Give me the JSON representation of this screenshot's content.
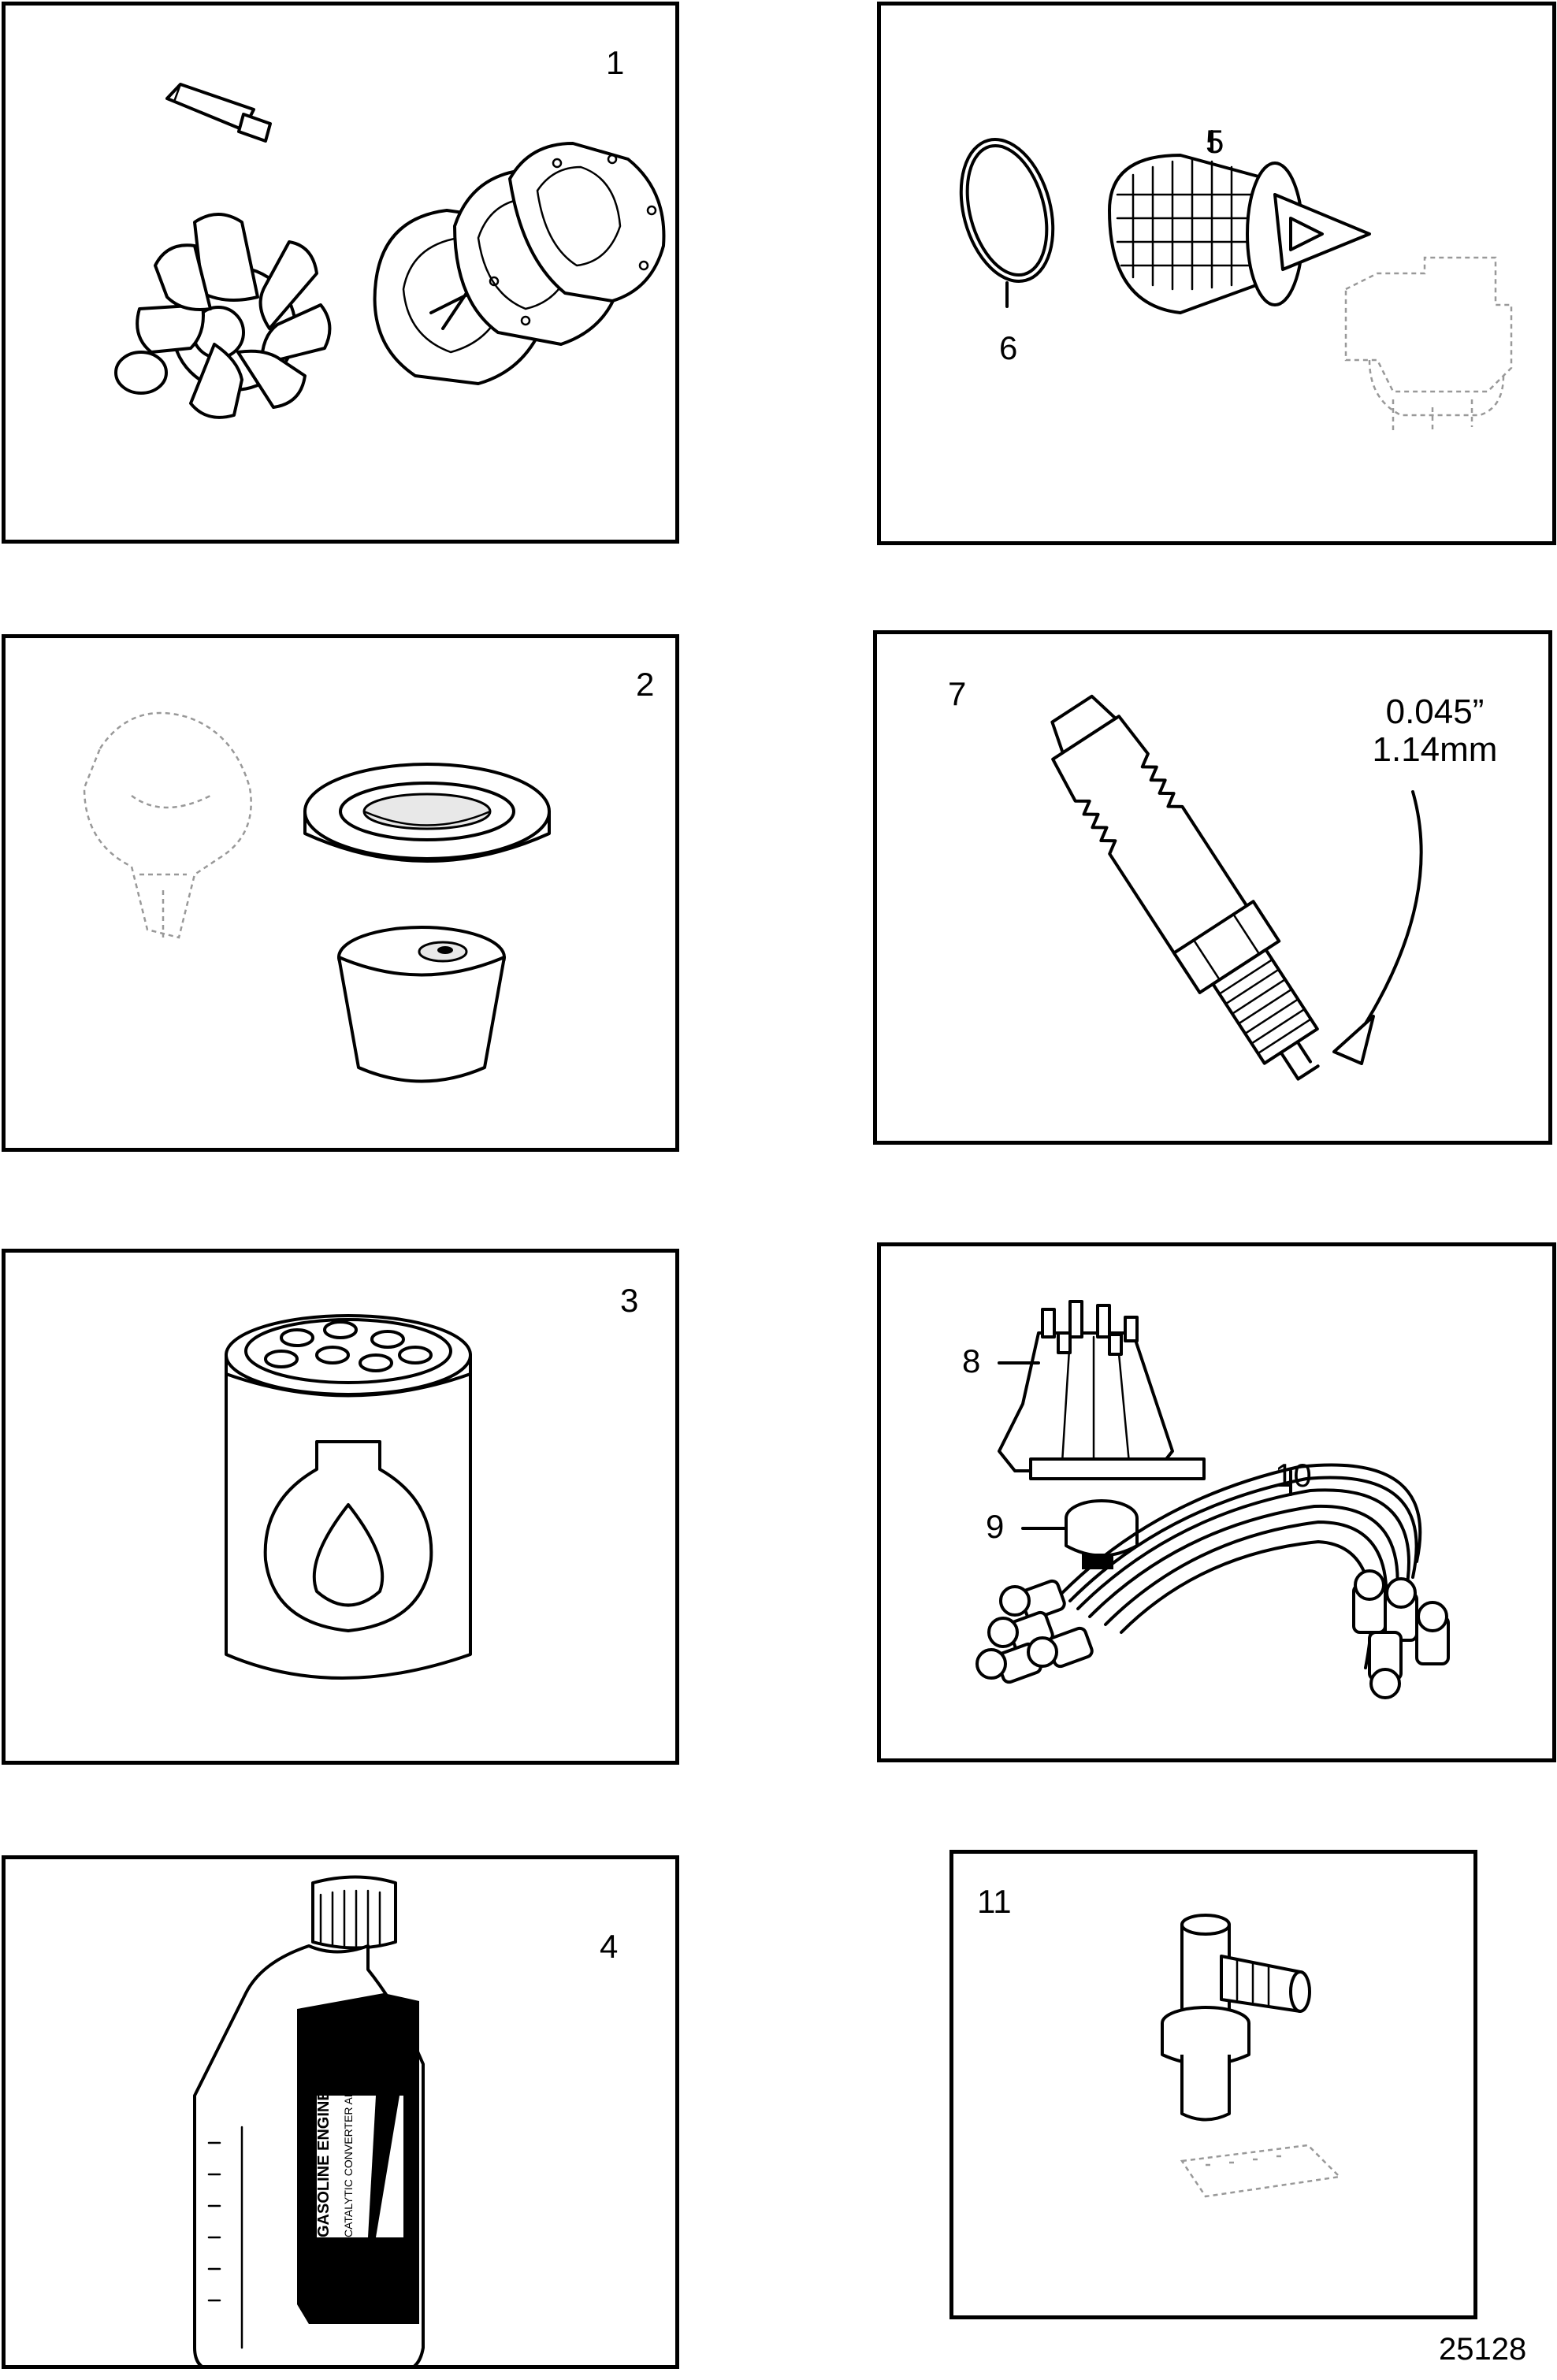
{
  "panels": [
    {
      "id": "p1",
      "items": [
        {
          "label": "1"
        }
      ],
      "description_icon": "impeller-kit-icon"
    },
    {
      "id": "p2",
      "items": [
        {
          "label": "2"
        }
      ],
      "description_icon": "flame-arrestor-icon"
    },
    {
      "id": "p3",
      "items": [
        {
          "label": "3"
        }
      ],
      "description_icon": "oil-filter-icon"
    },
    {
      "id": "p4",
      "items": [
        {
          "label": "4"
        }
      ],
      "description_icon": "oil-bottle-icon"
    },
    {
      "id": "p5",
      "items": [
        {
          "label": "5"
        },
        {
          "label": "6"
        }
      ],
      "description_icon": "thermostat-icon"
    },
    {
      "id": "p7",
      "items": [
        {
          "label": "7"
        }
      ],
      "description_icon": "spark-plug-icon"
    },
    {
      "id": "p8",
      "items": [
        {
          "label": "8"
        },
        {
          "label": "9"
        },
        {
          "label": "10"
        }
      ],
      "description_icon": "ignition-parts-icon"
    },
    {
      "id": "p11",
      "items": [
        {
          "label": "11"
        }
      ],
      "description_icon": "pcv-valve-icon"
    }
  ],
  "spark_plug_gap": {
    "inch": "0.045”",
    "mm": "1.14mm"
  },
  "bottle_label": {
    "line1": "GASOLINE ENGINE OIL",
    "line2": "CATALYTIC CONVERTER APPROVED"
  },
  "document_id": "25128"
}
